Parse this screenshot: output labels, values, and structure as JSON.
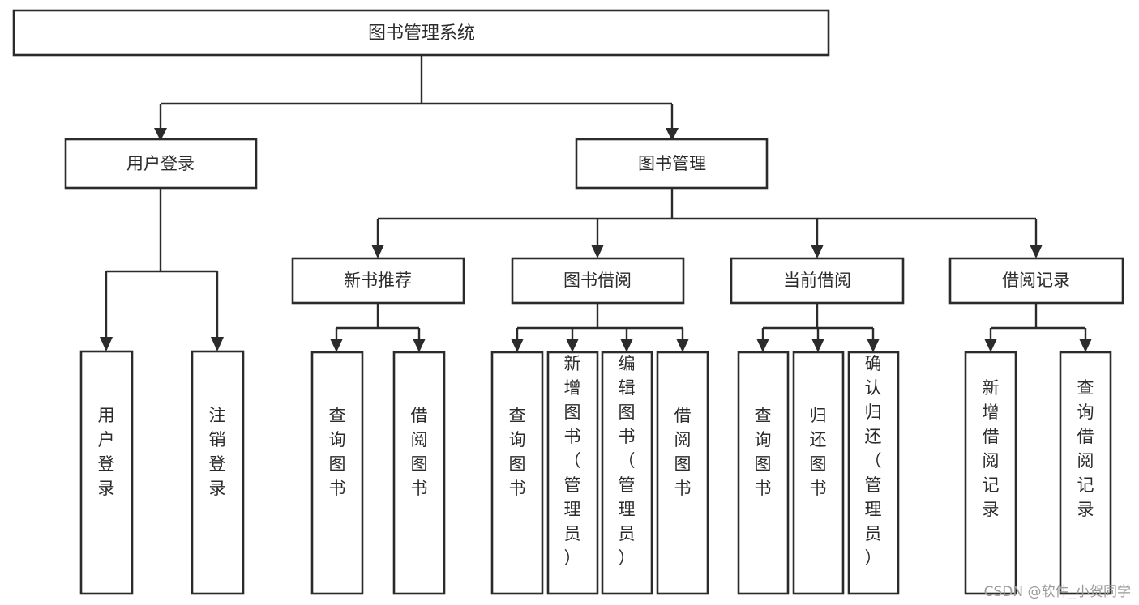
{
  "diagram": {
    "type": "tree",
    "title": "图书管理系统",
    "orientation": "top-down",
    "watermark": "CSDN @软件_小贺同学",
    "colors": {
      "stroke": "#2b2b2b",
      "fill": "#ffffff",
      "background": "#ffffff",
      "watermark": "#9a9a9a"
    },
    "nodes": {
      "root": {
        "label": "图书管理系统"
      },
      "level2": [
        {
          "id": "user-login",
          "label": "用户登录"
        },
        {
          "id": "book-manage",
          "label": "图书管理"
        }
      ],
      "level3": [
        {
          "id": "new-book-recommend",
          "label": "新书推荐",
          "parent": "book-manage"
        },
        {
          "id": "book-borrow",
          "label": "图书借阅",
          "parent": "book-manage"
        },
        {
          "id": "current-borrow",
          "label": "当前借阅",
          "parent": "book-manage"
        },
        {
          "id": "borrow-record",
          "label": "借阅记录",
          "parent": "book-manage"
        }
      ],
      "leaves": {
        "user-login": [
          {
            "id": "leaf-user-login",
            "label": "用户登录"
          },
          {
            "id": "leaf-user-logout",
            "label": "注销登录"
          }
        ],
        "new-book-recommend": [
          {
            "id": "leaf-query-book-1",
            "label": "查询图书"
          },
          {
            "id": "leaf-borrow-book-1",
            "label": "借阅图书"
          }
        ],
        "book-borrow": [
          {
            "id": "leaf-query-book-2",
            "label": "查询图书"
          },
          {
            "id": "leaf-add-book",
            "label": "新增图书（管理员）"
          },
          {
            "id": "leaf-edit-book",
            "label": "编辑图书（管理员）"
          },
          {
            "id": "leaf-borrow-book-2",
            "label": "借阅图书"
          }
        ],
        "current-borrow": [
          {
            "id": "leaf-query-book-3",
            "label": "查询图书"
          },
          {
            "id": "leaf-return-book",
            "label": "归还图书"
          },
          {
            "id": "leaf-confirm-return",
            "label": "确认归还（管理员）"
          }
        ],
        "borrow-record": [
          {
            "id": "leaf-add-record",
            "label": "新增借阅记录"
          },
          {
            "id": "leaf-query-record",
            "label": "查询借阅记录"
          }
        ]
      }
    }
  }
}
